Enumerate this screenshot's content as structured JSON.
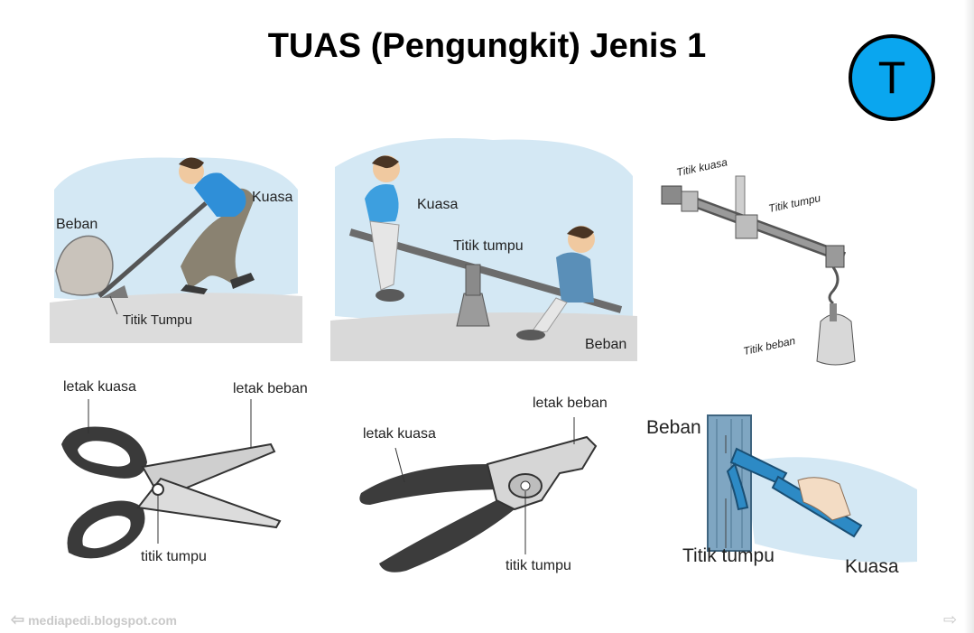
{
  "title": "TUAS (Pengungkit) Jenis 1",
  "badge": {
    "letter": "T",
    "color": "#0aa6ef"
  },
  "panels": {
    "crowbar": {
      "beban": "Beban",
      "kuasa": "Kuasa",
      "titik_tumpu": "Titik Tumpu"
    },
    "seesaw": {
      "kuasa": "Kuasa",
      "titik_tumpu": "Titik tumpu",
      "beban": "Beban"
    },
    "balance": {
      "titik_kuasa": "Titik kuasa",
      "titik_tumpu": "Titik tumpu",
      "titik_beban": "Titik beban"
    },
    "scissors": {
      "letak_kuasa": "letak kuasa",
      "letak_beban": "letak beban",
      "titik_tumpu": "titik tumpu"
    },
    "pliers": {
      "letak_kuasa": "letak kuasa",
      "letak_beban": "letak beban",
      "titik_tumpu": "titik tumpu"
    },
    "hammer": {
      "beban": "Beban",
      "titik_tumpu": "Titik tumpu",
      "kuasa": "Kuasa"
    }
  },
  "footer": {
    "site": "mediapedi.blogspot.com",
    "prev_icon": "arrow-left-icon",
    "next_icon": "arrow-right-icon"
  }
}
